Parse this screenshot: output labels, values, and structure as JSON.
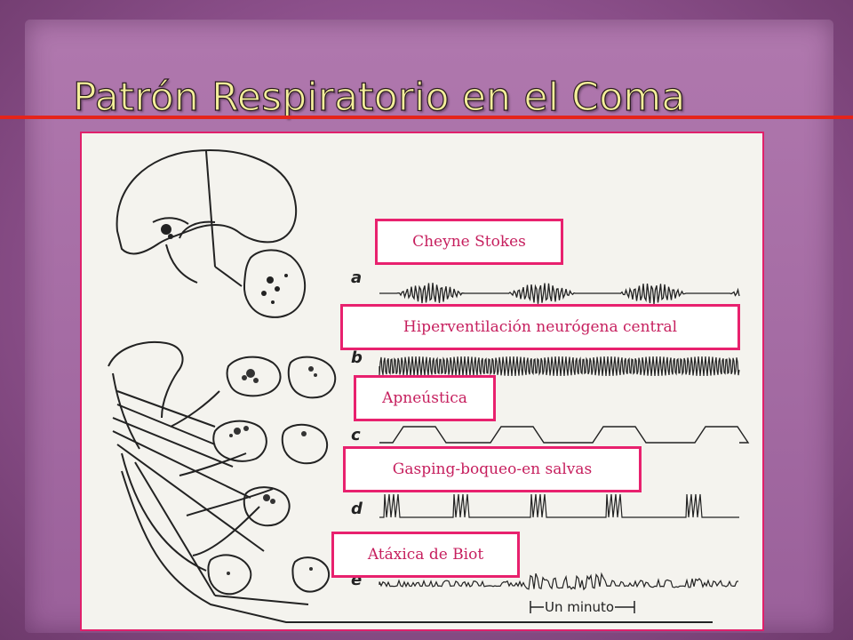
{
  "slide": {
    "title": "Patrón Respiratorio en el Coma"
  },
  "patterns": [
    {
      "letter": "a",
      "label": "Cheyne Stokes"
    },
    {
      "letter": "b",
      "label": "Hiperventilación neurógena central"
    },
    {
      "letter": "c",
      "label": "Apneústica"
    },
    {
      "letter": "d",
      "label": "Gasping-boqueo-en salvas"
    },
    {
      "letter": "e",
      "label": "Atáxica de Biot"
    }
  ],
  "time_scale": {
    "label": "Un minuto"
  },
  "colors": {
    "title_text": "#f3ee9a",
    "accent_line": "#e5241a",
    "callout_border": "#e8216e",
    "callout_text": "#c61f5e"
  },
  "icons": [
    "brain-sagittal-icon",
    "brainstem-sections-icon"
  ]
}
